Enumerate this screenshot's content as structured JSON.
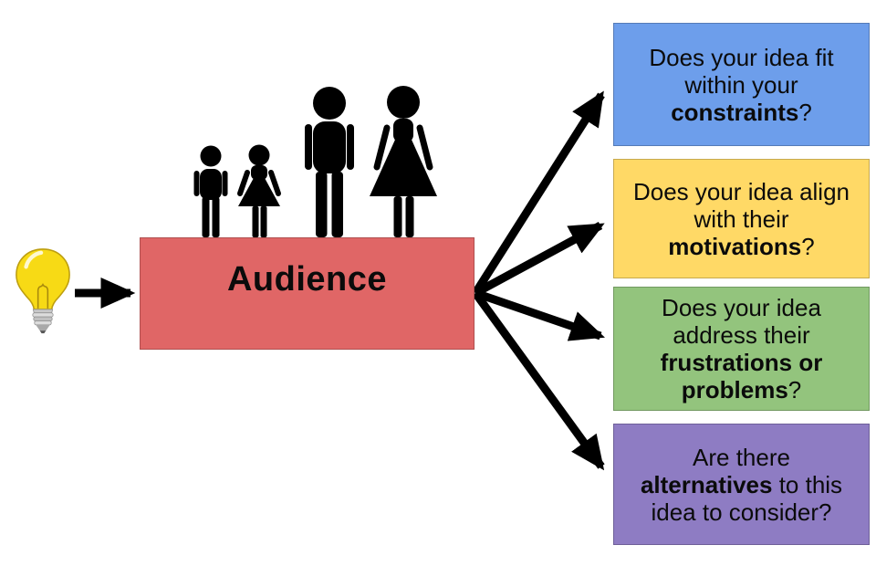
{
  "arrow_color": "#000000",
  "idea": {
    "icon": "lightbulb-icon",
    "bulb_glass_color": "#F7DA15",
    "bulb_outline_color": "#BD9E0F"
  },
  "audience": {
    "label": "Audience",
    "box_color": "#e06666",
    "icon": "family-icon"
  },
  "questions": [
    {
      "name": "constraints",
      "color": "#6d9eeb",
      "lines": [
        [
          {
            "text": "Does your idea fit",
            "bold": false
          }
        ],
        [
          {
            "text": "within your",
            "bold": false
          }
        ],
        [
          {
            "text": "constraints",
            "bold": true
          },
          {
            "text": "?",
            "bold": false
          }
        ]
      ]
    },
    {
      "name": "motivations",
      "color": "#ffd966",
      "lines": [
        [
          {
            "text": "Does your idea align",
            "bold": false
          }
        ],
        [
          {
            "text": "with their",
            "bold": false
          }
        ],
        [
          {
            "text": "motivations",
            "bold": true
          },
          {
            "text": "?",
            "bold": false
          }
        ]
      ]
    },
    {
      "name": "frustrations",
      "color": "#93c47d",
      "lines": [
        [
          {
            "text": "Does your idea",
            "bold": false
          }
        ],
        [
          {
            "text": "address their",
            "bold": false
          }
        ],
        [
          {
            "text": "frustrations or",
            "bold": true
          }
        ],
        [
          {
            "text": "problems",
            "bold": true
          },
          {
            "text": "?",
            "bold": false
          }
        ]
      ]
    },
    {
      "name": "alternatives",
      "color": "#8e7cc3",
      "lines": [
        [
          {
            "text": "Are there",
            "bold": false
          }
        ],
        [
          {
            "text": "alternatives",
            "bold": true
          },
          {
            "text": " to this",
            "bold": false
          }
        ],
        [
          {
            "text": "idea to consider?",
            "bold": false
          }
        ]
      ]
    }
  ]
}
